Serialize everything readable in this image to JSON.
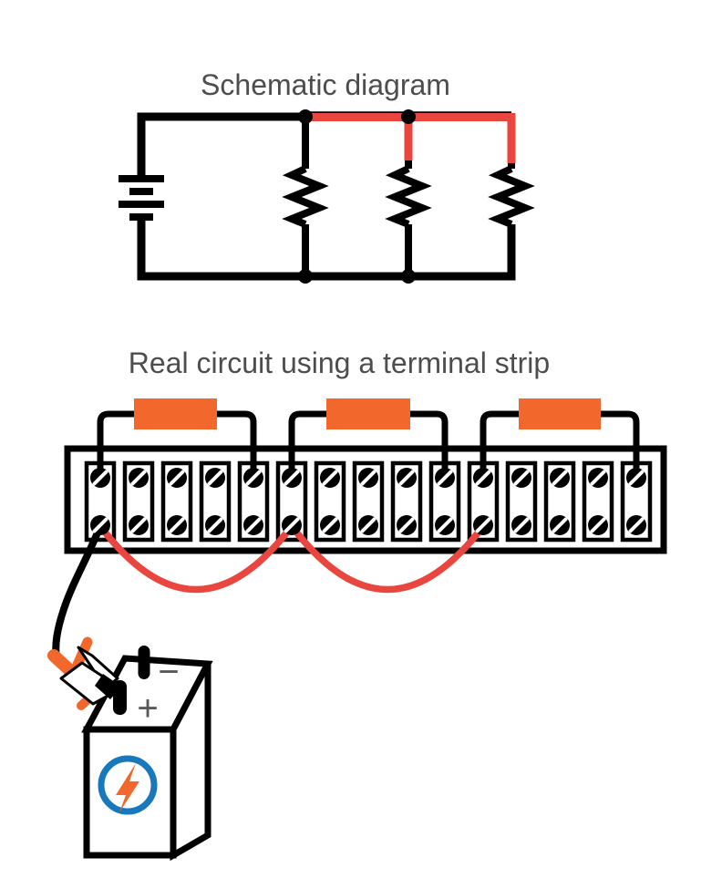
{
  "titles": {
    "schematic": "Schematic diagram",
    "real_circuit": "Real circuit using a terminal strip"
  },
  "battery": {
    "negative_label": "−",
    "positive_label": "+"
  },
  "terminal_strip": {
    "terminal_count": 15,
    "screws_per_terminal": 2
  },
  "resistors": {
    "schematic_count": 3,
    "real_count": 3
  },
  "colors": {
    "black": "#000000",
    "red_wire": "#E8463E",
    "orange": "#F2682C",
    "logo_blue": "#1878BE",
    "label_gray": "#58595B",
    "title_gray": "#4D4D4F"
  }
}
